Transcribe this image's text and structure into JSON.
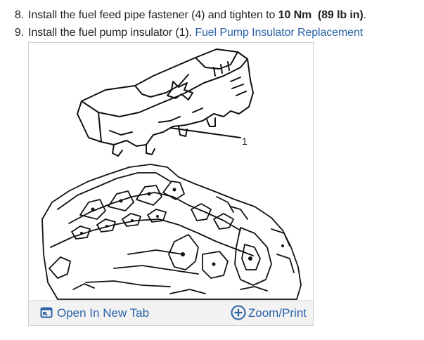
{
  "steps": [
    {
      "number": "8.",
      "text_before": "Install the fuel feed pipe fastener (4) and tighten to ",
      "torque_nm": "10 Nm",
      "torque_separator": "  ",
      "torque_lbin": "(89 lb in)",
      "text_after": "."
    },
    {
      "number": "9.",
      "text_before": "Install the fuel pump insulator (1). ",
      "link_label": "Fuel Pump Insulator Replacement"
    }
  ],
  "figure": {
    "callout_label": "1",
    "open_tab_label": "Open In New Tab",
    "open_tab_icon": "open-in-new-tab-icon",
    "zoom_label": "Zoom/Print",
    "zoom_icon": "plus-circle-icon"
  },
  "colors": {
    "text": "#222222",
    "link": "#2a62a8",
    "toolbar_bg": "#f2f2f2",
    "figure_border": "#cfcfcf"
  }
}
